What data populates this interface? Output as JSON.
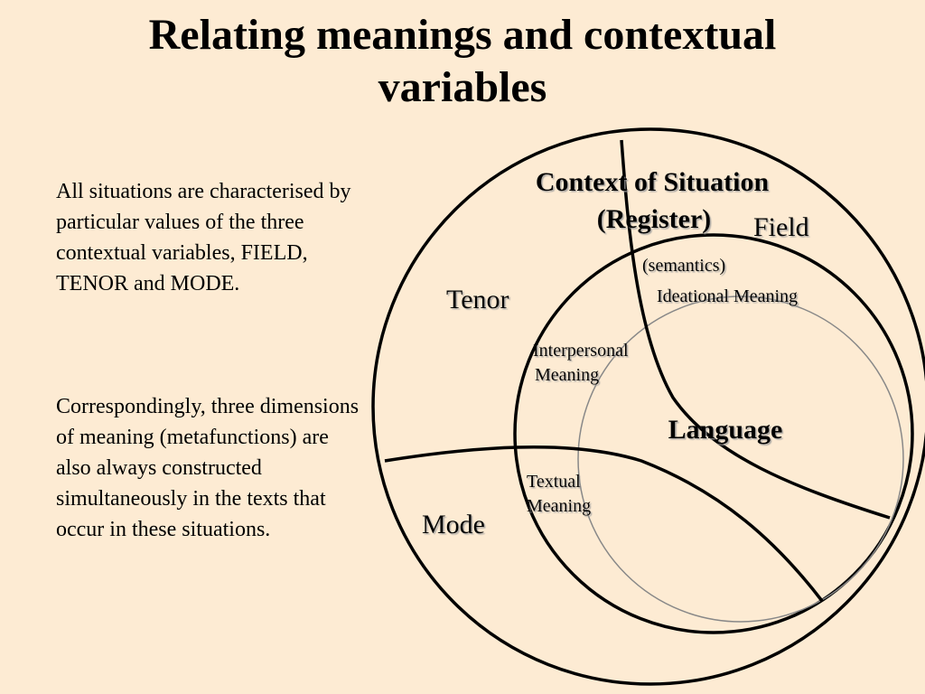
{
  "title": {
    "line1": "Relating meanings and contextual",
    "line2": "variables"
  },
  "body": {
    "paragraph1": "All situations are characterised by particular values of the three contextual variables, FIELD, TENOR and MODE.",
    "paragraph2": "Correspondingly, three dimensions of meaning (metafunctions) are also always constructed simultaneously in the texts that occur in these situations."
  },
  "diagram": {
    "context_line1": "Context of Situation",
    "context_line2": "(Register)",
    "field": "Field",
    "tenor": "Tenor",
    "mode": "Mode",
    "semantics": "(semantics)",
    "ideational": "Ideational Meaning",
    "interpersonal_line1": "Interpersonal",
    "interpersonal_line2": "Meaning",
    "textual_line1": "Textual",
    "textual_line2": "Meaning",
    "language": "Language"
  },
  "colors": {
    "background": "#fdebd3",
    "ink": "#000000",
    "inner_circle": "#888888"
  }
}
